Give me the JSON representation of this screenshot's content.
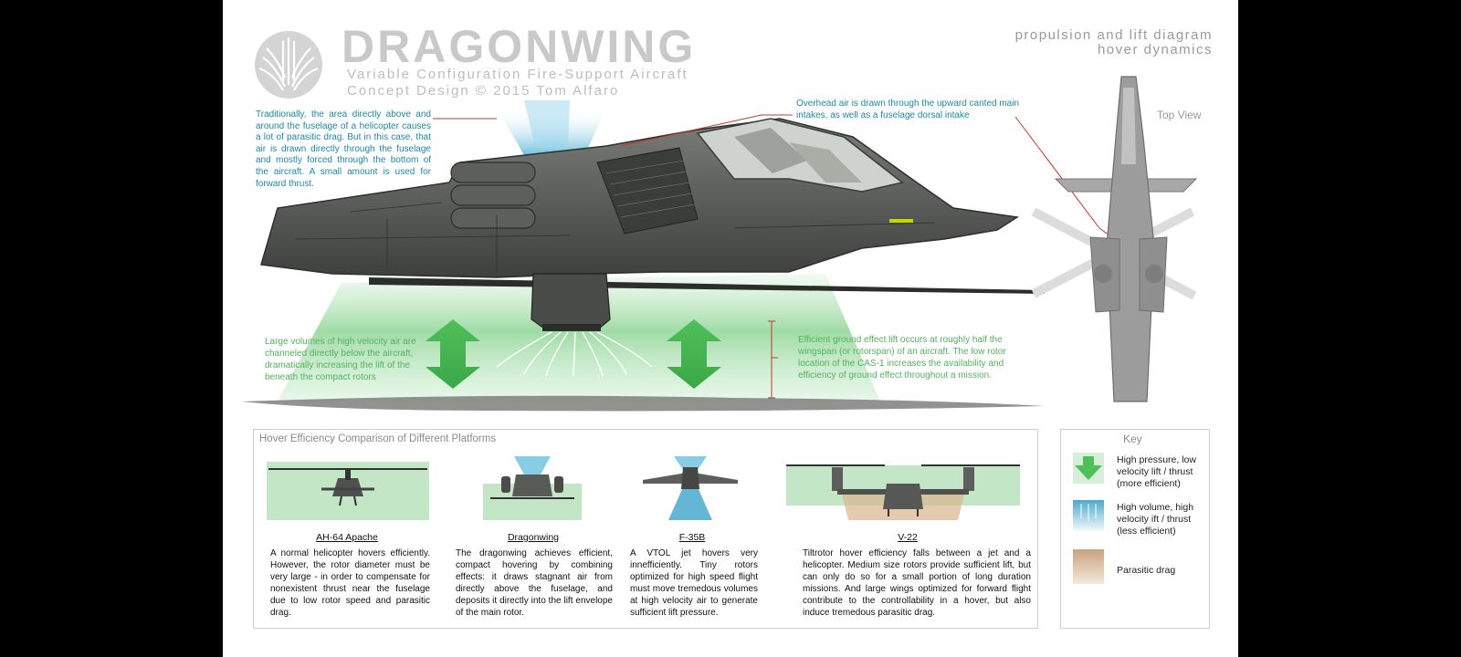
{
  "header": {
    "title": "DRAGONWING",
    "subtitle": "Variable Configuration Fire-Support Aircraft",
    "credit": "Concept Design  © 2015 Tom Alfaro",
    "right_line1": "propulsion and lift diagram",
    "right_line2": "hover dynamics"
  },
  "annotations": {
    "drag_note": "Traditionally, the area directly above and around the fuselage of a helicopter causes a lot of parasitic drag. But in this case, that air is drawn directly through the fuselage and mostly forced through the bottom of the aircraft. A small amount is used for forward thrust.",
    "intake_note": "Overhead air is drawn through the upward canted main intakes, as well as a fuselage dorsal intake",
    "lift_note": "Large volumes of high velocity air are channeled directly below the aircraft, dramatically increasing the lift of the beneath the compact rotors",
    "ground_effect_note": "Efficient ground effect lift occurs at roughly half the wingspan (or rotorspan) of an aircraft. The low rotor location of the CAS-1 increases the availability and efficiency of ground effect throughout a mission.",
    "top_view_label": "Top View"
  },
  "comparison": {
    "title": "Hover Efficiency Comparison of Different Platforms",
    "platforms": [
      {
        "name": "AH-64 Apache",
        "description": "A normal helicopter hovers efficiently. However, the rotor diameter must be very large - in order to compensate for nonexistent thrust near the fuselage due to low rotor speed and parasitic drag."
      },
      {
        "name": "Dragonwing",
        "description": "The dragonwing achieves efficient, compact hovering by combining effects: it draws stagnant air from directly above the fuselage, and deposits it directly into the lift envelope of the main rotor."
      },
      {
        "name": "F-35B",
        "description": "A VTOL jet hovers very innefficiently. Tiny rotors optimized for high speed flight must move tremedous volumes at high velocity air to generate sufficient lift pressure."
      },
      {
        "name": "V-22",
        "description": "Tiltrotor hover efficiency falls between a jet and a helicopter. Medium size rotors provide sufficient lift, but can only do so for a small portion of long duration missions. And large wings optimized for forward flight contribute to the controllability in a hover, but also induce tremedous parasitic drag."
      }
    ]
  },
  "key": {
    "title": "Key",
    "items": [
      {
        "label": "High pressure, low velocity lift / thrust (more efficient)",
        "color": "#7ccf84"
      },
      {
        "label": "High volume, high velocity ift / thrust  (less efficient)",
        "color": "#5fb8d8"
      },
      {
        "label": "Parasitic drag",
        "color": "#c9a27e"
      }
    ]
  },
  "colors": {
    "green": "#54b25e",
    "teal": "#1a8aa6",
    "sand": "#c9a27e",
    "leader_line": "#c0392b"
  }
}
